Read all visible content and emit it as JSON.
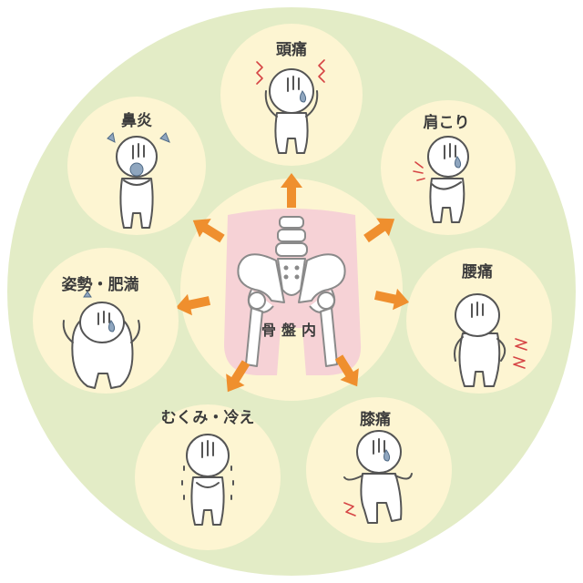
{
  "center": {
    "label": "骨盤内"
  },
  "symptoms": [
    {
      "id": "headache",
      "label": "頭痛"
    },
    {
      "id": "shoulder",
      "label": "肩こり"
    },
    {
      "id": "backpain",
      "label": "腰痛"
    },
    {
      "id": "knee",
      "label": "膝痛"
    },
    {
      "id": "swelling",
      "label": "むくみ・冷え"
    },
    {
      "id": "posture",
      "label": "姿勢・肥満"
    },
    {
      "id": "nose",
      "label": "鼻炎"
    }
  ],
  "colors": {
    "outer_circle": "#e3ecc6",
    "node_circle": "#fdf5d2",
    "pelvis_zone": "#f6d2d6",
    "arrow": "#ef8f2e",
    "pain_marks": "#d64545"
  }
}
